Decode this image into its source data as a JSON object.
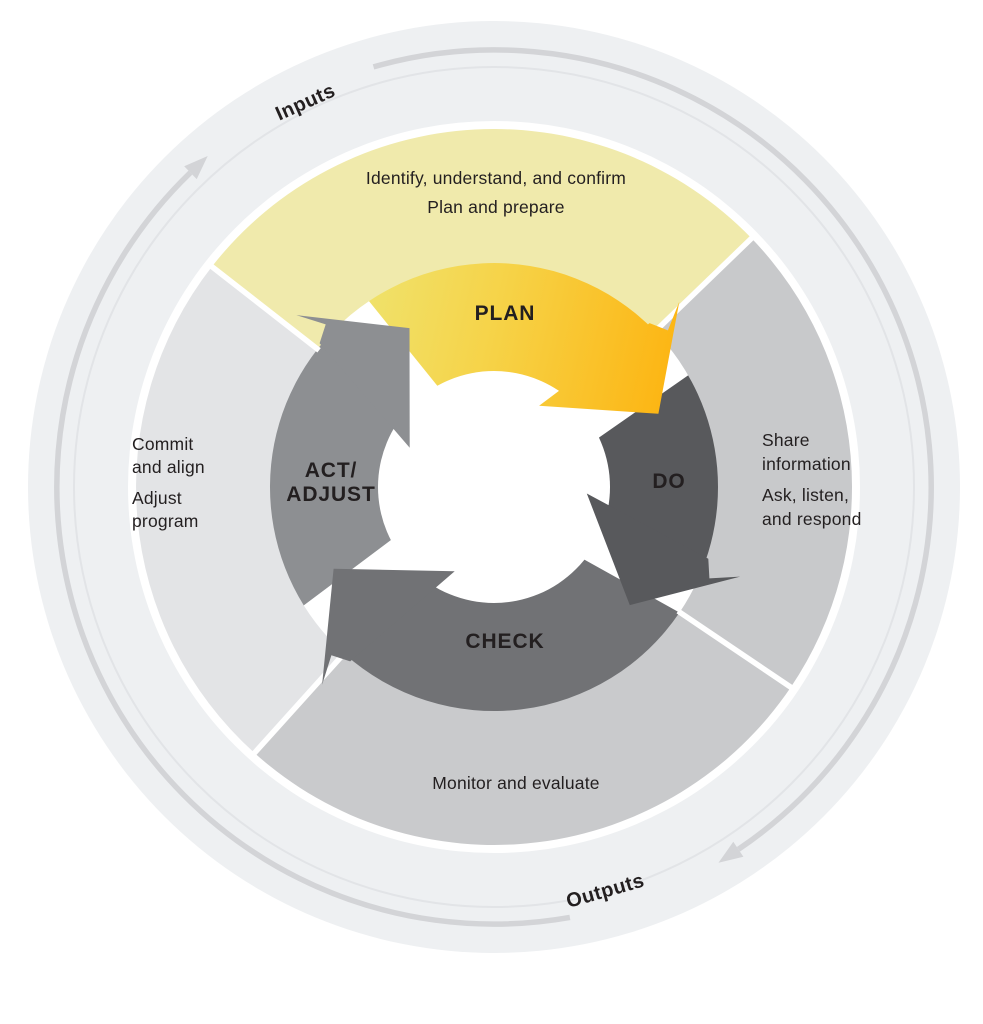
{
  "diagram": {
    "ring": {
      "inputs_label": "Inputs",
      "outputs_label": "Outputs"
    },
    "stages": {
      "plan": {
        "label": "PLAN"
      },
      "do": {
        "label": "DO"
      },
      "check": {
        "label": "CHECK"
      },
      "act": {
        "label_line1": "ACT/",
        "label_line2": "ADJUST"
      }
    },
    "notes": {
      "plan": {
        "line1": "Identify, understand, and confirm",
        "line2": "Plan and prepare"
      },
      "do": {
        "line1": "Share",
        "line2": "information",
        "line3": "Ask, listen,",
        "line4": "and respond"
      },
      "check": {
        "line1": "Monitor and evaluate"
      },
      "act": {
        "line1": "Commit",
        "line2": "and align",
        "line3": "Adjust",
        "line4": "program"
      }
    },
    "colors": {
      "ring": "#eef0f2",
      "faint_circle": "#e2e4e7",
      "flow_arc": "#d3d4d7",
      "wedge_yellow": "#f0eaac",
      "wedge_right": "#c8c9cb",
      "wedge_bottom": "#c9cacc",
      "wedge_left": "#e3e4e6",
      "plan_gradient_start": "#eee573",
      "plan_gradient_mid": "#f6d348",
      "plan_gradient_end": "#fdb30f",
      "do_gray": "#58595c",
      "check_gray": "#717275",
      "act_gray": "#8d8f92",
      "text": "#231f20",
      "white": "#ffffff"
    }
  }
}
